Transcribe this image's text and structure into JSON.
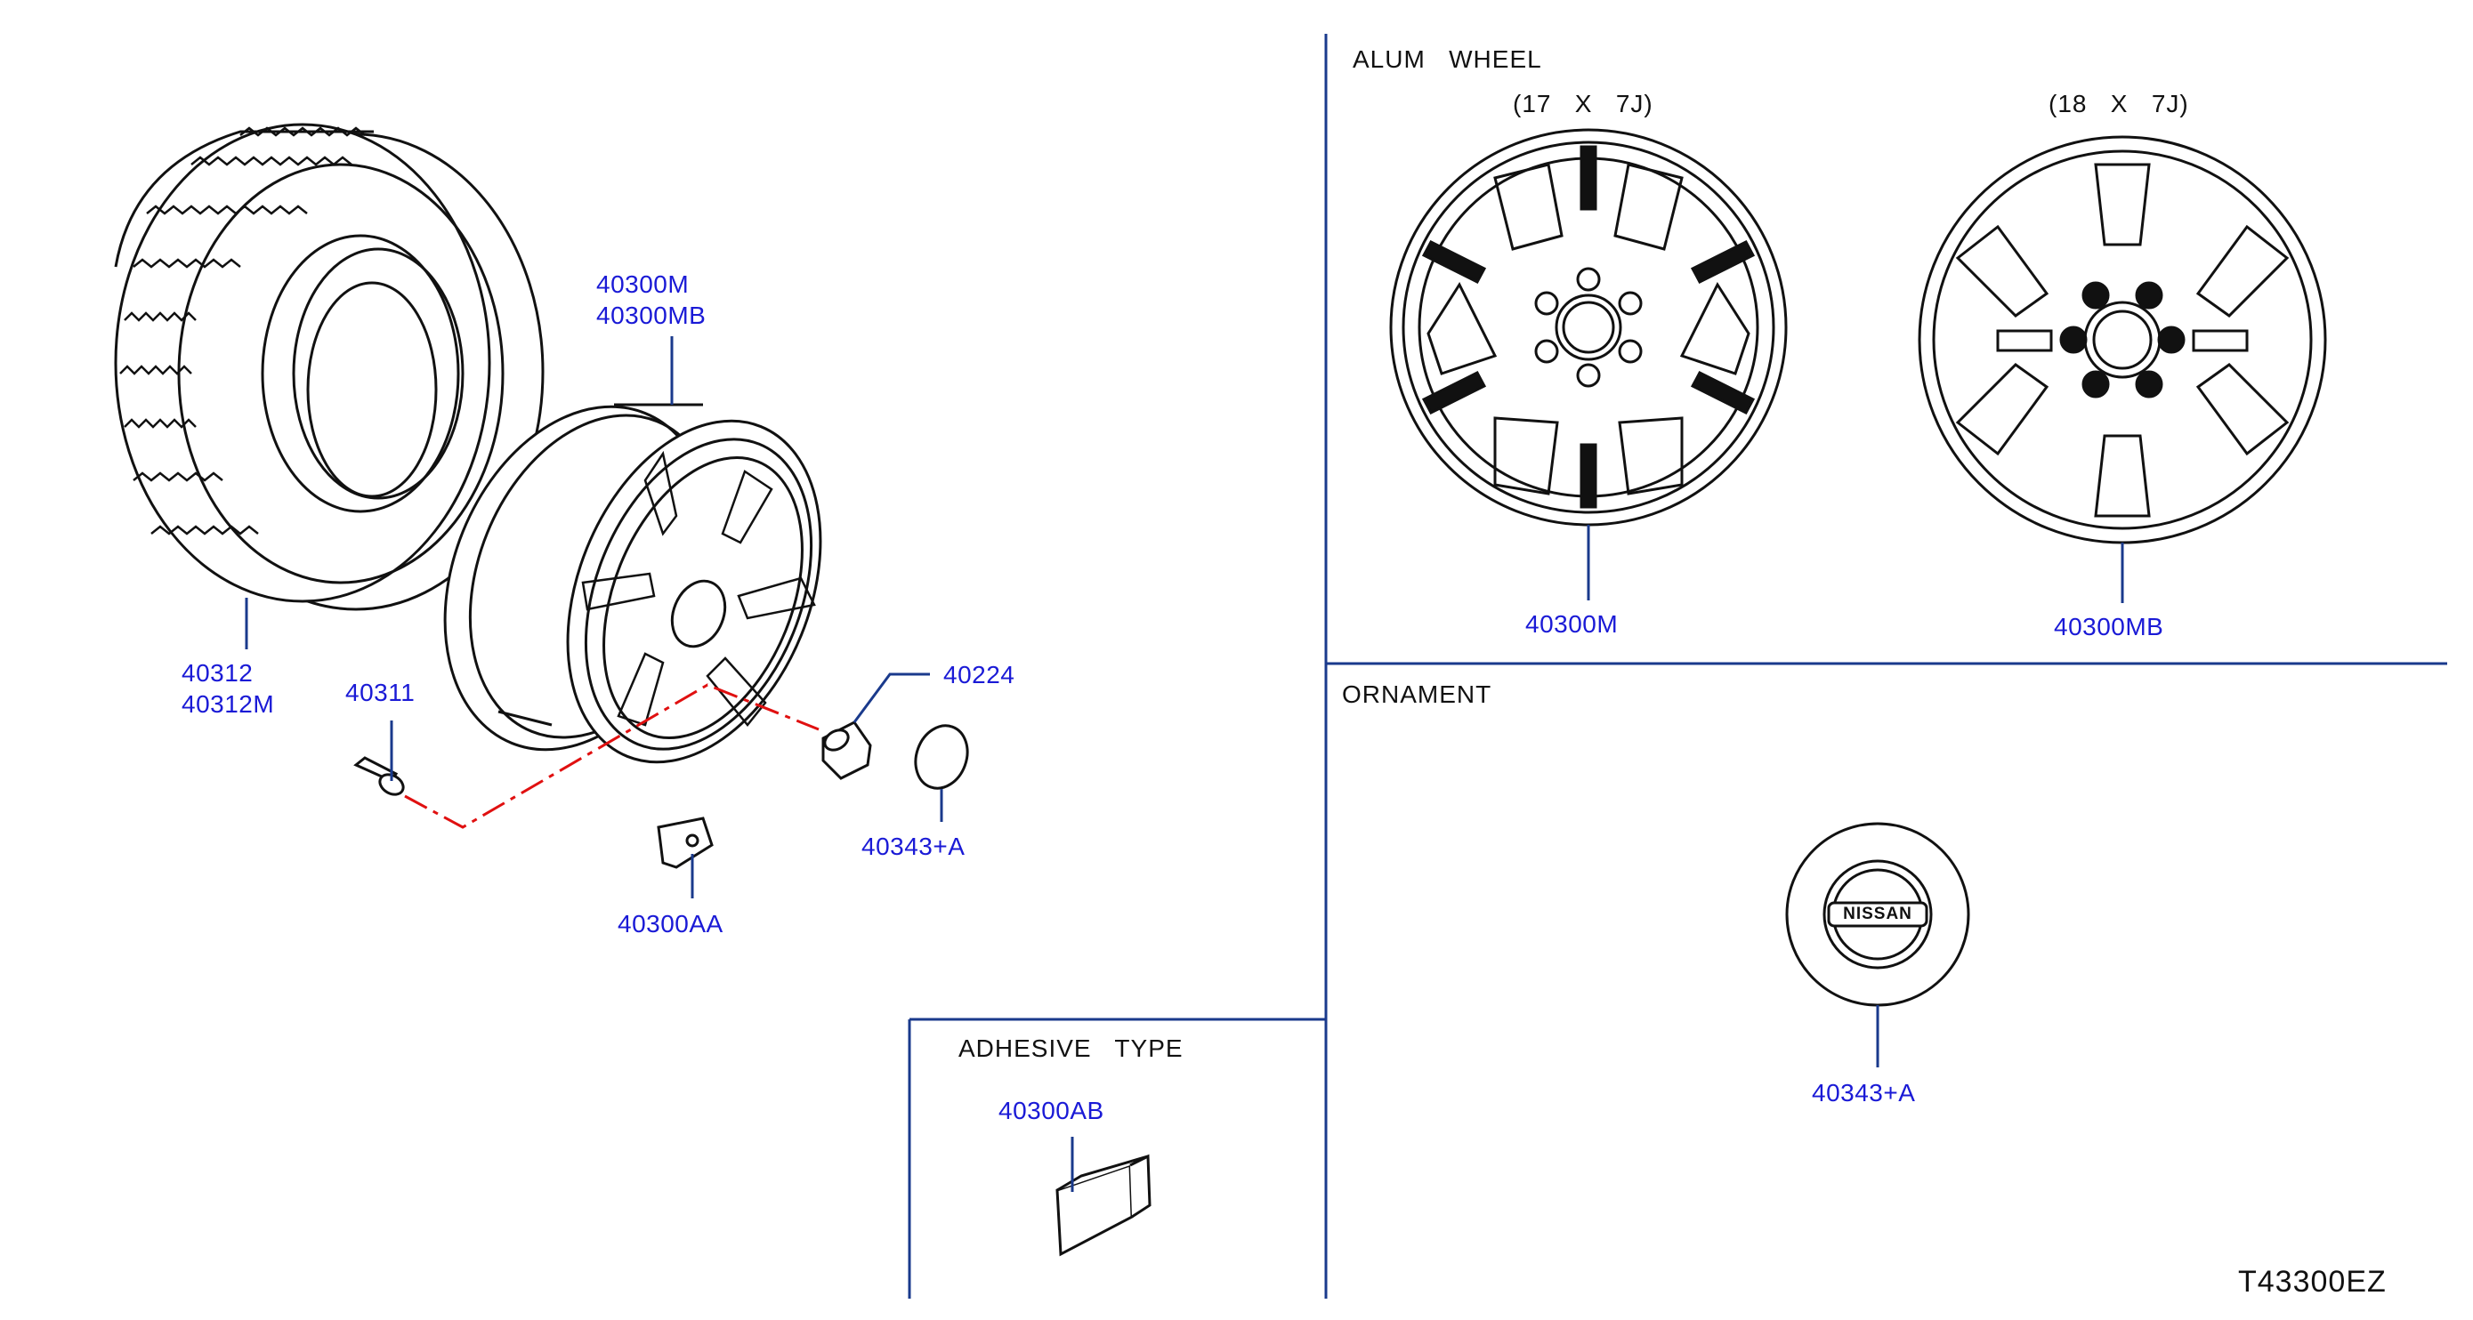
{
  "sections": {
    "alum_wheel": "ALUM   WHEEL",
    "ornament": "ORNAMENT",
    "adhesive_type": "ADHESIVE   TYPE"
  },
  "wheel_sizes": {
    "size_17": "(17   X   7J)",
    "size_18": "(18   X   7J)"
  },
  "parts": {
    "tire_1": "40312",
    "tire_2": "40312M",
    "valve": "40311",
    "wheel_main_1": "40300M",
    "wheel_main_2": "40300MB",
    "nut": "40224",
    "cap_main": "40343+A",
    "weight_clip": "40300AA",
    "wheel_17": "40300M",
    "wheel_18": "40300MB",
    "adhesive_weight": "40300AB",
    "ornament_cap": "40343+A"
  },
  "logo_text": "NISSAN",
  "diagram_code": "T43300EZ",
  "colors": {
    "label": "#1a1ad6",
    "leader": "#1a3a8c",
    "divider": "#1a3a8c",
    "dash": "#e01010",
    "line_art": "#111111"
  }
}
